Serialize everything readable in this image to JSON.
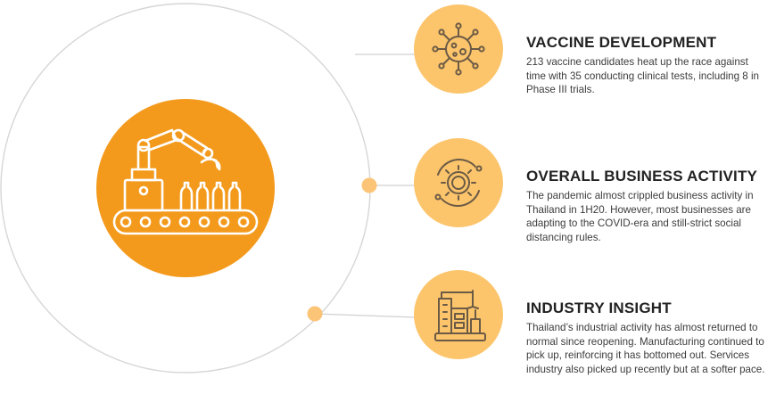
{
  "colors": {
    "accent": "#F39A1D",
    "accent_light": "#FCC56C",
    "dot": "#FBC477",
    "ring": "#D6D6D6",
    "icon_stroke": "#6B5A45",
    "hero_icon": "#FFFFFF"
  },
  "hero": {
    "icon": "robotic-arm-assembly-line-icon"
  },
  "items": [
    {
      "icon": "virus-icon",
      "title": "VACCINE DEVELOPMENT",
      "text": "213 vaccine candidates heat up the race against time with 35 conducting clinical tests, including 8 in Phase III trials."
    },
    {
      "icon": "gear-cycle-icon",
      "title": "OVERALL BUSINESS ACTIVITY",
      "text": "The pandemic almost crippled business activity in Thailand in 1H20. However, most businesses are adapting to the COVID-era and still-strict social distancing rules."
    },
    {
      "icon": "factory-robot-icon",
      "title": "INDUSTRY INSIGHT",
      "text": "Thailand’s industrial activity has almost returned to normal since reopening. Manufacturing continued to pick up, reinforcing it has bottomed out. Services industry also picked up recently but at a softer pace."
    }
  ]
}
